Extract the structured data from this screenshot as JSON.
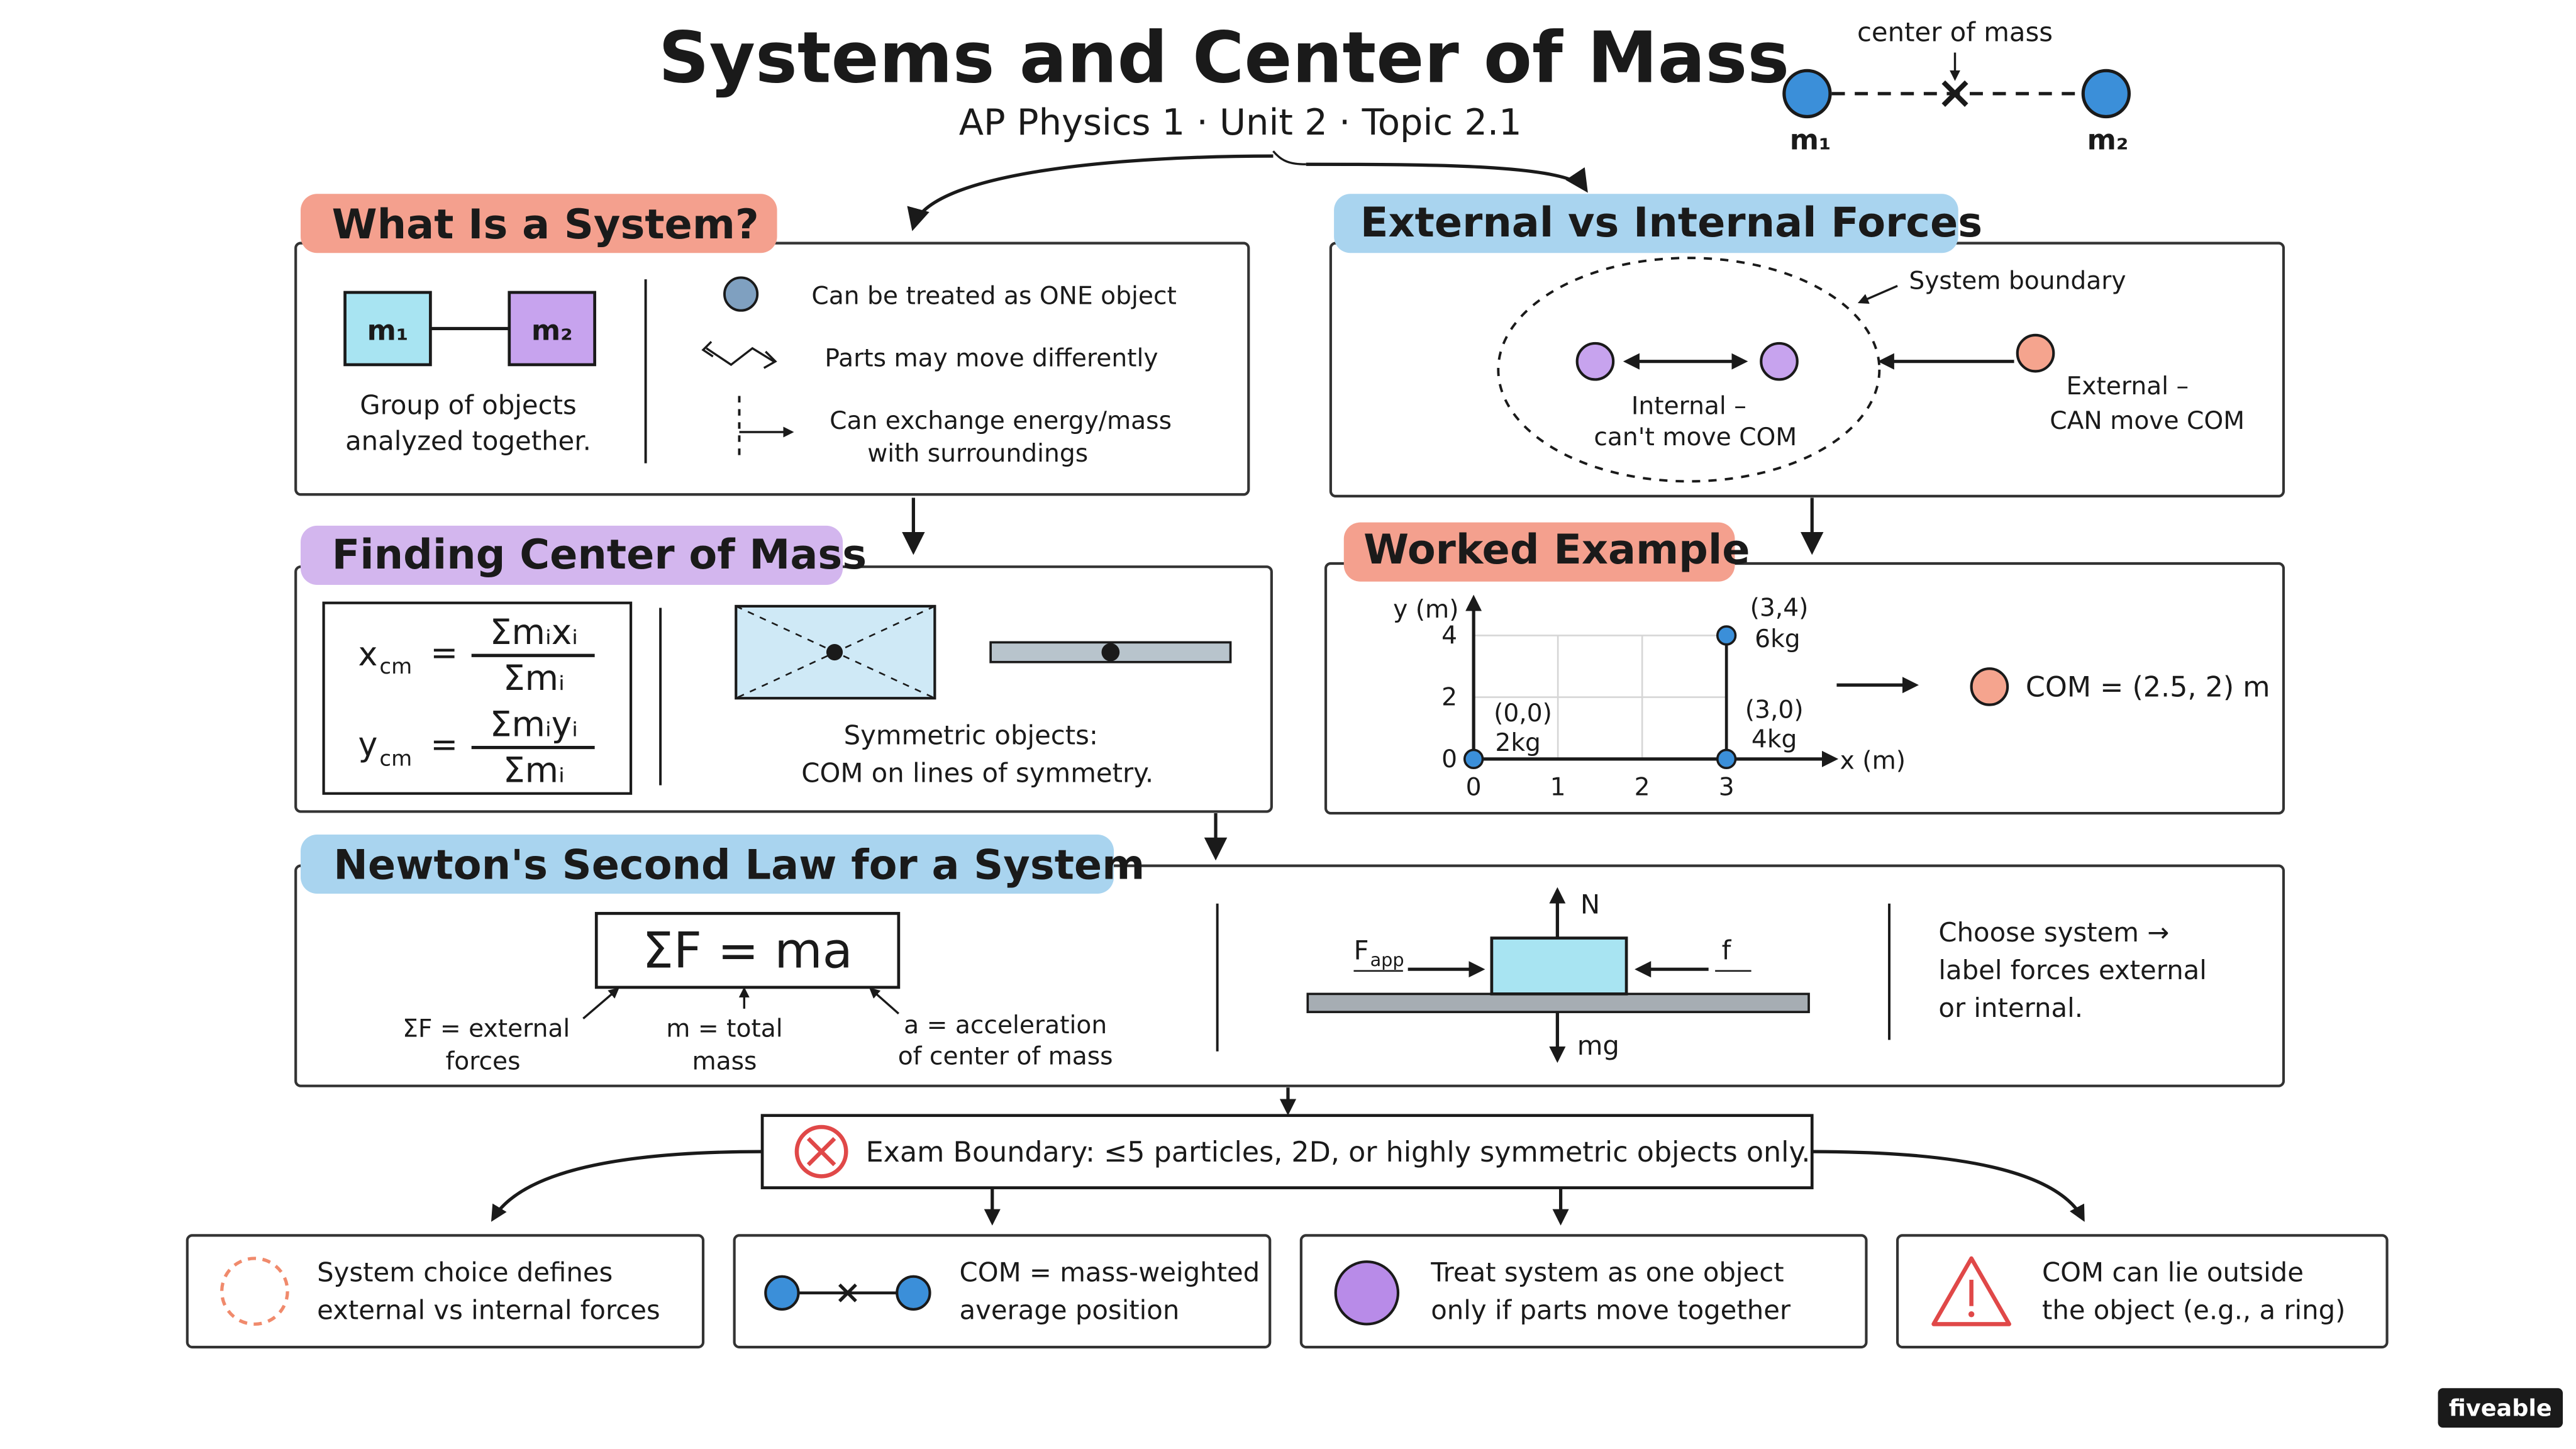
{
  "title": "Systems and Center of Mass",
  "subtitle": "AP Physics 1 · Unit 2 · Topic 2.1",
  "com_diagram": {
    "label": "center of mass",
    "m1": "m₁",
    "m2": "m₂"
  },
  "system": {
    "heading": "What Is a System?",
    "m1": "m₁",
    "m2": "m₂",
    "caption1": "Group of objects",
    "caption2": "analyzed together.",
    "points": [
      "Can be treated as ONE object",
      "Parts may move differently",
      "Can exchange energy/mass",
      "with surroundings"
    ]
  },
  "forces": {
    "heading": "External vs Internal Forces",
    "boundary": "System boundary",
    "internal1": "Internal –",
    "internal2": "can't move COM",
    "external1": "External –",
    "external2": "CAN move COM"
  },
  "com": {
    "heading": "Finding Center of Mass",
    "xcm": "x",
    "xcm_sub": "cm",
    "ycm": "y",
    "ycm_sub": "cm",
    "eq": "=",
    "x_num": "Σmᵢxᵢ",
    "x_den": "Σmᵢ",
    "y_num": "Σmᵢyᵢ",
    "y_den": "Σmᵢ",
    "symm1": "Symmetric objects:",
    "symm2": "COM on lines of symmetry."
  },
  "example": {
    "heading": "Worked Example",
    "result": "COM = (2.5, 2) m",
    "points": [
      {
        "label": "(0,0)",
        "mass": "2kg"
      },
      {
        "label": "(3,0)",
        "mass": "4kg"
      },
      {
        "label": "(3,4)",
        "mass": "6kg"
      }
    ]
  },
  "chart_data": {
    "type": "scatter",
    "xlabel": "x (m)",
    "ylabel": "y (m)",
    "xlim": [
      0,
      3
    ],
    "ylim": [
      0,
      4
    ],
    "x_ticks": [
      "0",
      "1",
      "2",
      "3"
    ],
    "y_ticks": [
      "0",
      "2",
      "4"
    ],
    "grid": true,
    "points": [
      {
        "x": 0,
        "y": 0,
        "mass": 2
      },
      {
        "x": 3,
        "y": 0,
        "mass": 4
      },
      {
        "x": 3,
        "y": 4,
        "mass": 6
      }
    ]
  },
  "newton": {
    "heading": "Newton's Second Law for a System",
    "formula": "ΣF = ma",
    "label_f1": "ΣF = external",
    "label_f2": "forces",
    "label_m1": "m = total",
    "label_m2": "mass",
    "label_a1": "a = acceleration",
    "label_a2": "of center of mass",
    "fapp": "F",
    "fapp_sub": "app",
    "f": "f",
    "N": "N",
    "mg": "mg",
    "choose1": "Choose system →",
    "choose2": "label forces external",
    "choose3": "or internal."
  },
  "boundary": {
    "text": "Exam Boundary: ≤5 particles, 2D, or highly symmetric objects only."
  },
  "takeaways": [
    {
      "line1": "System choice defines",
      "line2": "external vs internal forces"
    },
    {
      "line1": "COM = mass-weighted",
      "line2": "average position"
    },
    {
      "line1": "Treat system as one object",
      "line2": "only if parts move together"
    },
    {
      "line1": "COM can lie outside",
      "line2": "the object (e.g., a ring)"
    }
  ],
  "logo": "fiveable",
  "colors": {
    "heading_red": "#f4a08e",
    "heading_blue": "#a9d4ef",
    "heading_purple": "#d3b6ee",
    "mass_blue": "#3b8fd9",
    "cyan_fill": "#a8e4f2",
    "purple_fill": "#b88be8",
    "salmon_fill": "#f5a48e",
    "warning_red": "#e04848"
  }
}
